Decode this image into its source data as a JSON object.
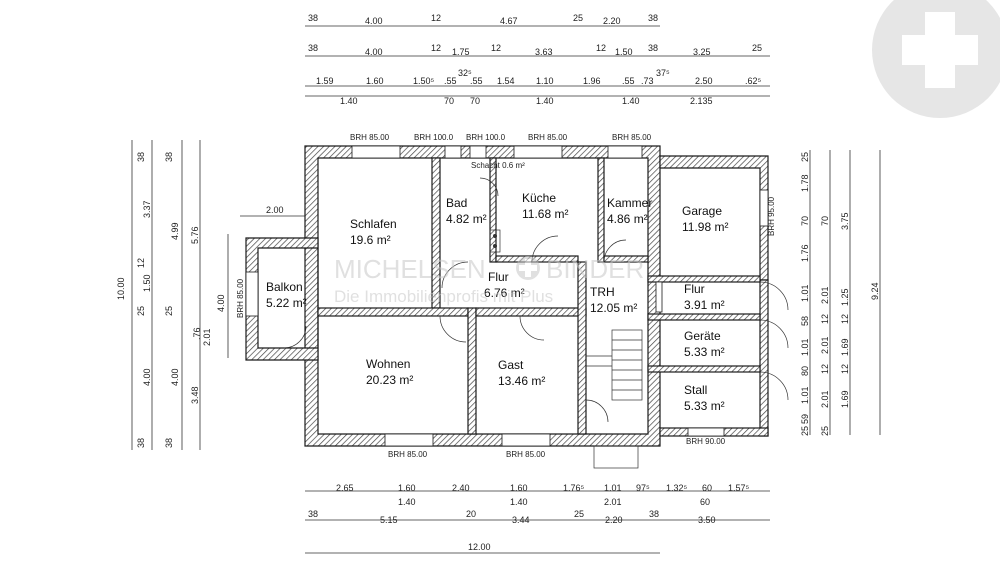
{
  "watermark": {
    "brand_left": "MICHELSEN",
    "brand_right": "BINDER",
    "tagline": "Die Immobilienprofis mit Plus"
  },
  "rooms": {
    "schlafen": {
      "name": "Schlafen",
      "area": "19.6 m²"
    },
    "bad": {
      "name": "Bad",
      "area": "4.82 m²"
    },
    "kueche": {
      "name": "Küche",
      "area": "11.68 m²"
    },
    "kammer": {
      "name": "Kammer",
      "area": "4.86 m²"
    },
    "garage": {
      "name": "Garage",
      "area": "11.98 m²"
    },
    "balkon": {
      "name": "Balkon",
      "area": "5.22 m²"
    },
    "flur_mitte": {
      "name": "Flur",
      "area": "6.76 m²"
    },
    "trh": {
      "name": "TRH",
      "area": "12.05 m²"
    },
    "flur_rechts": {
      "name": "Flur",
      "area": "3.91 m²"
    },
    "wohnen": {
      "name": "Wohnen",
      "area": "20.23 m²"
    },
    "gast": {
      "name": "Gast",
      "area": "13.46 m²"
    },
    "geraete": {
      "name": "Geräte",
      "area": "5.33 m²"
    },
    "stall": {
      "name": "Stall",
      "area": "5.33 m²"
    }
  },
  "brh": {
    "top_1": "BRH 85.00",
    "top_2": "BRH 100.0",
    "top_3": "BRH 100.0",
    "top_4": "BRH 85.00",
    "top_5": "BRH 85.00",
    "bottom_1": "BRH 85.00",
    "bottom_2": "BRH 85.00",
    "bottom_3": "BRH 90.00",
    "left_1": "BRH 85.00",
    "right_1": "BRH 95.00"
  },
  "small_label": "Schacht 0.6 m²",
  "dims_top": {
    "row1": [
      "38",
      "4.00",
      "12",
      "4.67",
      "25",
      "2.20",
      "38"
    ],
    "row2": [
      "38",
      "4.00",
      "12",
      "1.75",
      "12",
      "3.63",
      "12",
      "1.50",
      "38",
      "3.25",
      "25"
    ],
    "row3": [
      "1.59",
      "1.60",
      "1.50⁵",
      ".55",
      "32⁵",
      ".55",
      "1.54",
      "1.10",
      "1.96",
      ".55",
      ".73",
      "37⁵",
      "2.50",
      ".62⁵"
    ],
    "row3b": [
      "1.40",
      "70",
      "70",
      "1.40",
      "1.40",
      "2.135"
    ]
  },
  "dims_bottom": {
    "row1": [
      "2.65",
      "1.60",
      "2.40",
      "1.60",
      "1.76⁵",
      "1.01",
      "97⁵",
      "1.32⁵",
      "60",
      "1.57⁵"
    ],
    "row1b": [
      "1.40",
      "1.40",
      "2.01",
      "60"
    ],
    "row2": [
      "38",
      "5.15",
      "20",
      "3.44",
      "25",
      "2.20",
      "38",
      "3.50"
    ],
    "total": "12.00"
  },
  "dims_left": {
    "outer": "10.00",
    "col2": [
      "38",
      "3.37",
      "12",
      "1.50",
      "25",
      "4.00",
      "38"
    ],
    "col3": [
      "38",
      "4.99",
      "25",
      "4.00",
      "38"
    ],
    "col4": [
      "5.76",
      "3.48"
    ],
    "balkon_w": "2.00",
    "balkon_h": "4.00",
    "b1": ".76",
    "b2": "2.01"
  },
  "dims_right": {
    "col1": [
      "25",
      "1.78",
      "70",
      "1.76",
      "1.01",
      "58",
      "1.01",
      "80",
      "1.01",
      "59",
      "25"
    ],
    "col2": [
      "70",
      "2.01",
      "12",
      "2.01",
      "12",
      "2.01",
      "25"
    ],
    "col3": [
      "3.75",
      "1.25",
      "12",
      "1.69",
      "12",
      "1.69"
    ],
    "col4": "9.24"
  },
  "colors": {
    "wall": "#1a1a1a",
    "hatch": "#555555",
    "watermark": "#c8c8c8"
  }
}
